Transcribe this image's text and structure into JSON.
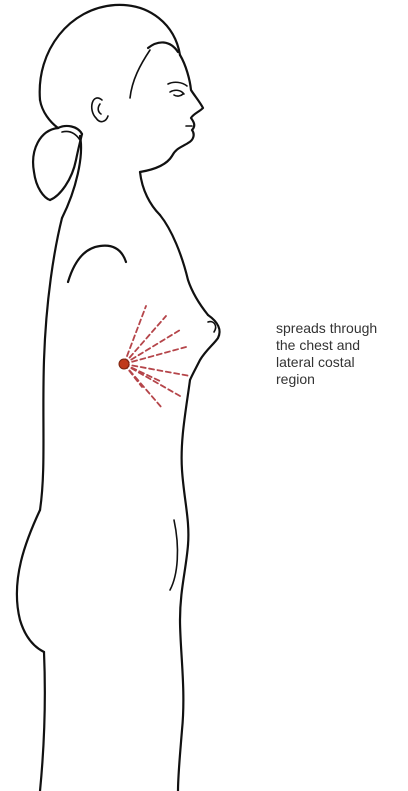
{
  "caption": {
    "lines": [
      "spreads through",
      "the chest and",
      "lateral costal",
      "region"
    ]
  },
  "colors": {
    "outline": "#111111",
    "pain_point": "#c0391b",
    "pain_rays": "#b5454a",
    "caption_text": "#333333"
  },
  "icons": [
    "pain-point-icon",
    "pain-radiation-icon"
  ]
}
